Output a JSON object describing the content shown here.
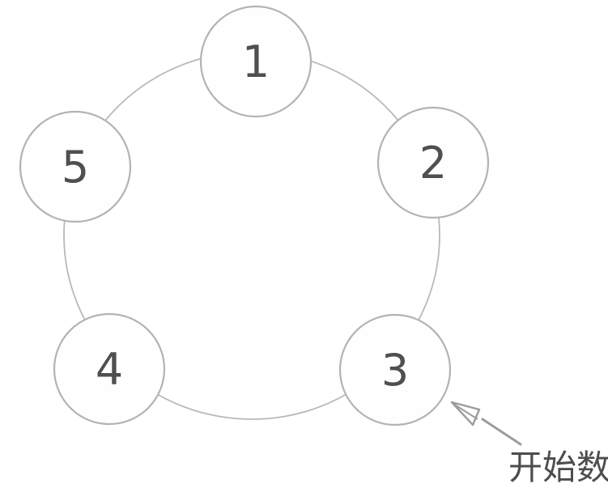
{
  "diagram": {
    "type": "ring-of-nodes",
    "nodes": [
      {
        "label": "1"
      },
      {
        "label": "2"
      },
      {
        "label": "3"
      },
      {
        "label": "4"
      },
      {
        "label": "5"
      }
    ],
    "annotation": {
      "label": "开始数",
      "points_to_node": "3"
    },
    "colors": {
      "background": "#ffffff",
      "ring_stroke": "#b9b9b9",
      "node_stroke": "#b3b3b3",
      "node_fill": "#fefefe",
      "number_color": "#4f4f4f",
      "arrow_color": "#9c9c9c",
      "caption_color": "#4d4d4d"
    }
  }
}
